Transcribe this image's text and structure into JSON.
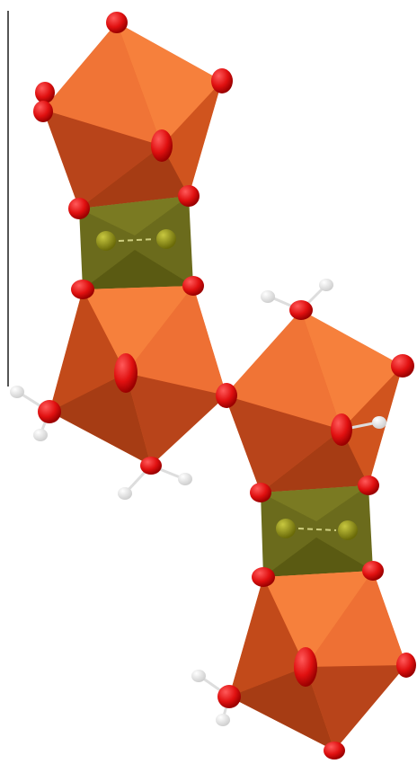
{
  "figure": {
    "structure": "polyhedral-chain",
    "units": [
      {
        "kind": "octahedron",
        "color": "#f07030"
      },
      {
        "kind": "square-bipyramid-link",
        "color": "#6a6a1a"
      },
      {
        "kind": "octahedron",
        "color": "#f07030"
      },
      {
        "kind": "octahedron",
        "color": "#f07030"
      },
      {
        "kind": "square-bipyramid-link",
        "color": "#6a6a1a"
      },
      {
        "kind": "octahedron",
        "color": "#f07030"
      }
    ],
    "atoms": {
      "oxygen_color": "#e01010",
      "hydrogen_color": "#f2f2f2",
      "metal_center_color": "#8a8a10"
    },
    "axis_line": {
      "visible": true,
      "color": "#555555"
    }
  }
}
